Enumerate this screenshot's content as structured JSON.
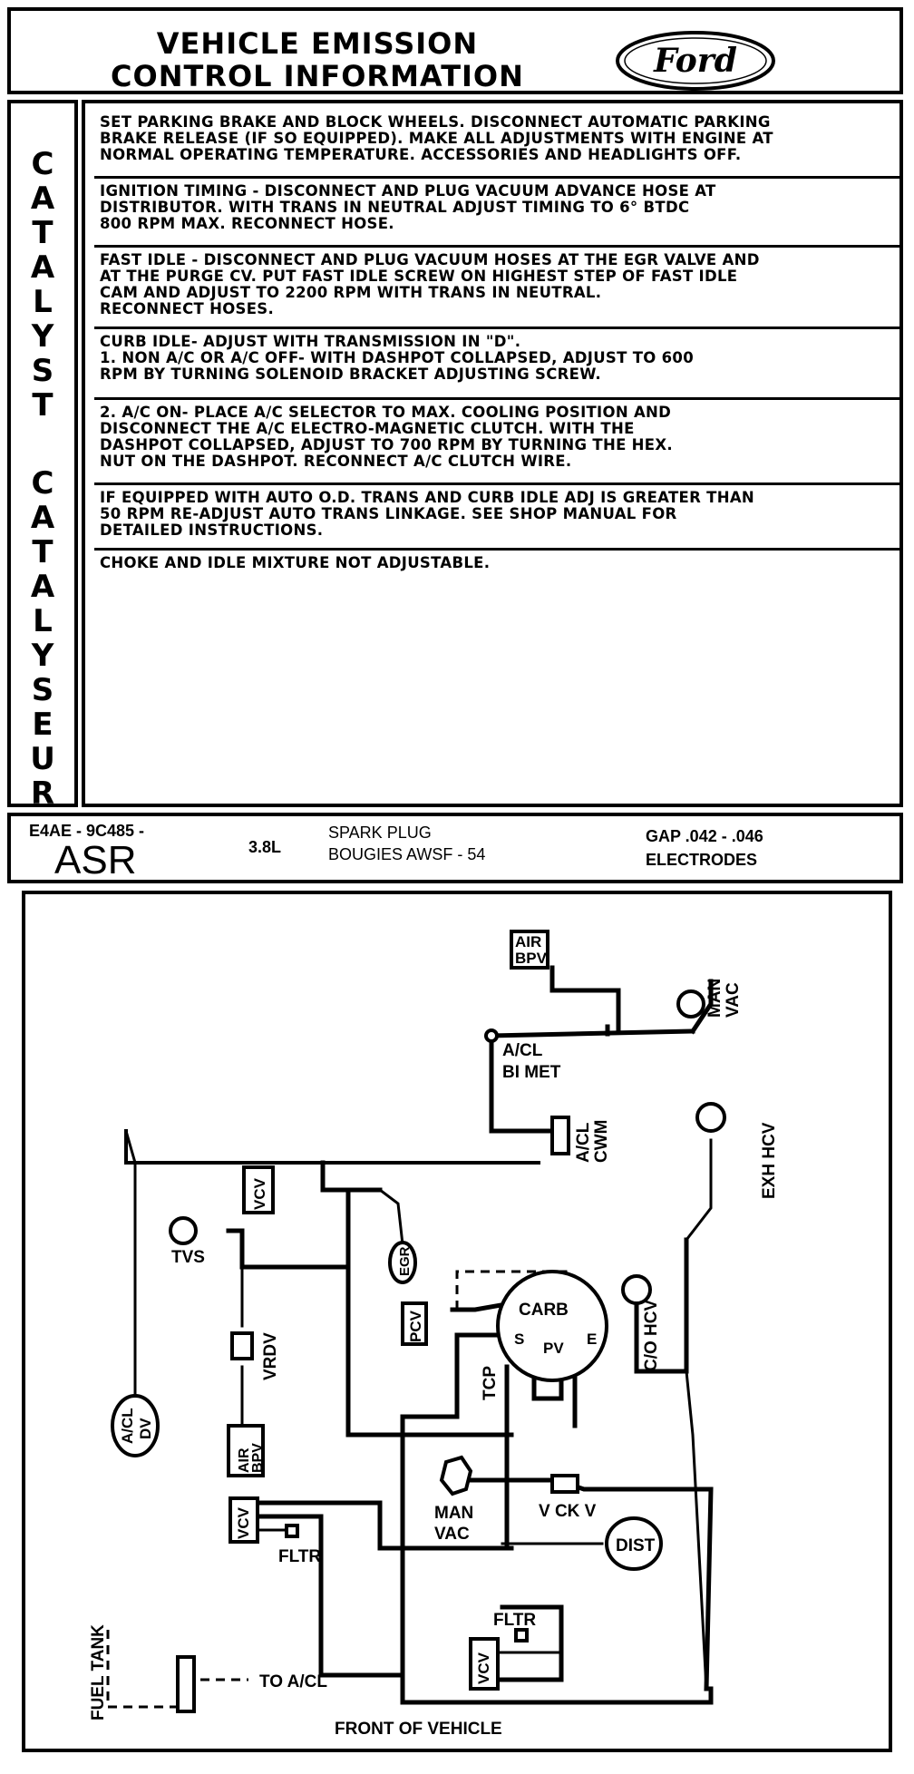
{
  "header": {
    "title": "VEHICLE EMISSION\nCONTROL INFORMATION",
    "logo_text": "Ford"
  },
  "side_label": {
    "top_word": [
      "C",
      "A",
      "T",
      "A",
      "L",
      "Y",
      "S",
      "T"
    ],
    "bottom_word": [
      "C",
      "A",
      "T",
      "A",
      "L",
      "Y",
      "S",
      "E",
      "U",
      "R"
    ]
  },
  "instructions": [
    "SET PARKING BRAKE AND BLOCK WHEELS. DISCONNECT AUTOMATIC PARKING\nBRAKE RELEASE (IF SO EQUIPPED). MAKE ALL ADJUSTMENTS WITH ENGINE AT\nNORMAL OPERATING TEMPERATURE. ACCESSORIES AND HEADLIGHTS OFF.",
    "IGNITION TIMING - DISCONNECT AND PLUG VACUUM ADVANCE HOSE AT\nDISTRIBUTOR. WITH TRANS IN NEUTRAL ADJUST TIMING TO 6° BTDC\n800 RPM MAX. RECONNECT HOSE.",
    "FAST IDLE - DISCONNECT AND PLUG VACUUM HOSES AT THE EGR VALVE AND\nAT THE PURGE CV. PUT FAST IDLE SCREW ON HIGHEST STEP OF FAST IDLE\nCAM AND ADJUST TO 2200 RPM WITH TRANS IN NEUTRAL.\nRECONNECT HOSES.",
    "CURB IDLE- ADJUST WITH TRANSMISSION IN \"D\".\n1. NON A/C OR A/C OFF- WITH DASHPOT COLLAPSED, ADJUST TO 600\n    RPM BY TURNING SOLENOID BRACKET ADJUSTING SCREW.",
    "2. A/C ON- PLACE A/C SELECTOR TO MAX. COOLING POSITION AND\n    DISCONNECT THE A/C ELECTRO-MAGNETIC CLUTCH. WITH THE\n    DASHPOT COLLAPSED, ADJUST TO 700 RPM BY TURNING THE HEX.\n    NUT ON THE DASHPOT. RECONNECT A/C CLUTCH WIRE.",
    "IF EQUIPPED WITH AUTO O.D. TRANS AND CURB IDLE ADJ IS GREATER THAN\n50 RPM RE-ADJUST AUTO TRANS LINKAGE. SEE SHOP MANUAL FOR\nDETAILED INSTRUCTIONS.",
    "CHOKE AND IDLE MIXTURE NOT ADJUSTABLE."
  ],
  "spec": {
    "part_prefix": "E4AE - 9C485 -",
    "part_code": "ASR",
    "engine": "3.8L",
    "plug_line1": "SPARK PLUG",
    "plug_line2": "BOUGIES  AWSF - 54",
    "gap_line1": "GAP  .042 - .046",
    "gap_line2": "ELECTRODES"
  },
  "diagram_labels": {
    "air_bpv_top_1": "AIR",
    "air_bpv_top_2": "BPV",
    "man_vac_top_1": "MAN",
    "man_vac_top_2": "VAC",
    "acl_bimet_1": "A/CL",
    "acl_bimet_2": "BI MET",
    "acl_cwm_1": "A/CL",
    "acl_cwm_2": "CWM",
    "exh_hcv": "EXH HCV",
    "vcv_top": "VCV",
    "egr": "EGR",
    "tvs": "TVS",
    "co_hcv": "C/O HCV",
    "pcv": "PCV",
    "carb": "CARB",
    "carb_s": "S",
    "carb_pv": "PV",
    "carb_e": "E",
    "vrdv": "VRDV",
    "tcp": "TCP",
    "acl_dv_1": "A/CL",
    "acl_dv_2": "DV",
    "air_bpv_bottom_1": "AIR",
    "air_bpv_bottom_2": "BPV",
    "man_vac_bottom_1": "MAN",
    "man_vac_bottom_2": "VAC",
    "vckv": "V CK V",
    "vcv_left": "VCV",
    "fltr_left": "FLTR",
    "dist": "DIST",
    "fltr_bottom": "FLTR",
    "vcv_bottom": "VCV",
    "fuel_tank": "FUEL TANK",
    "to_acl": "TO A/CL",
    "front": "FRONT OF VEHICLE"
  }
}
